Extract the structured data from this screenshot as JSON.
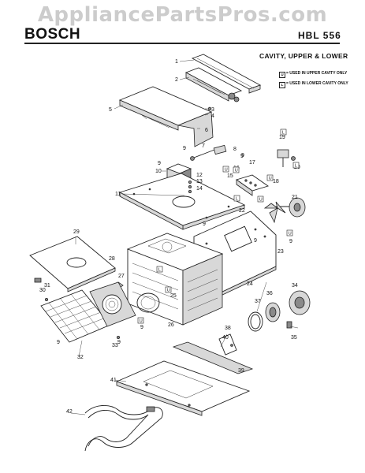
{
  "watermark": "AppliancePartsPros.com",
  "header": {
    "brand": "BOSCH",
    "model": "HBL 556"
  },
  "section_title": "CAVITY, UPPER & LOWER",
  "legend": [
    {
      "code": "U",
      "text": "= USED IN UPPER CAVITY ONLY"
    },
    {
      "code": "L",
      "text": "= USED IN LOWER CAVITY ONLY"
    }
  ],
  "callouts": [
    "1",
    "2",
    "3",
    "4",
    "5",
    "6",
    "7",
    "8",
    "9",
    "9",
    "10",
    "11",
    "12",
    "13",
    "14",
    "15",
    "16",
    "17",
    "18",
    "19",
    "20",
    "21",
    "22",
    "23",
    "24",
    "25",
    "26",
    "27",
    "28",
    "29",
    "30",
    "31",
    "32",
    "33",
    "34",
    "35",
    "36",
    "37",
    "38",
    "39",
    "40",
    "41",
    "42",
    "9",
    "9",
    "9",
    "9",
    "9",
    "9",
    "9",
    "9"
  ],
  "boxed_markers": [
    "L",
    "L",
    "U",
    "U",
    "U",
    "L",
    "U",
    "U",
    "L",
    "U",
    "U"
  ]
}
